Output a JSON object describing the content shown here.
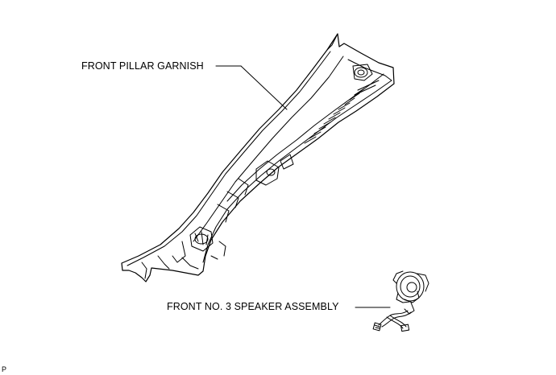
{
  "labels": {
    "front_pillar_garnish": "FRONT PILLAR GARNISH",
    "front_no3_speaker": "FRONT NO. 3 SPEAKER ASSEMBLY",
    "figure_code": "P"
  },
  "colors": {
    "line": "#000000",
    "background": "#ffffff"
  }
}
